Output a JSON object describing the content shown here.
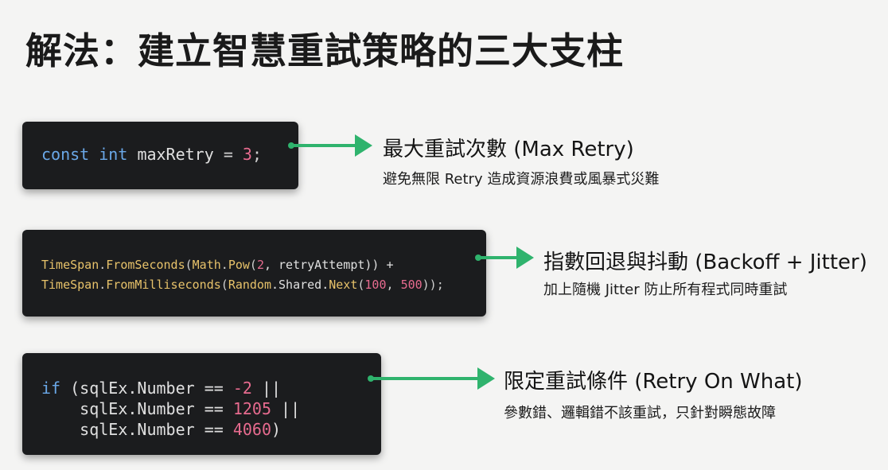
{
  "title": "解法：建立智慧重試策略的三大支柱",
  "pillars": [
    {
      "heading": "最大重試次數 (Max Retry)",
      "description": "避免無限 Retry 造成資源浪費或風暴式災難",
      "code": {
        "line1": {
          "kw1": "const",
          "kw2": "int",
          "ident": "maxRetry",
          "op": "=",
          "num": "3",
          "end": ";"
        }
      }
    },
    {
      "heading": "指數回退與抖動 (Backoff + Jitter)",
      "description": "加上隨機 Jitter 防止所有程式同時重試",
      "code": {
        "line1": {
          "cls1": "TimeSpan",
          "dot1": ".",
          "m1": "FromSeconds",
          "p1": "(",
          "cls2": "Math",
          "dot2": ".",
          "m2": "Pow",
          "p2": "(",
          "n1": "2",
          "rest": ", retryAttempt)) +"
        },
        "line2": {
          "cls1": "TimeSpan",
          "dot1": ".",
          "m1": "FromMilliseconds",
          "p1": "(",
          "cls2": "Random",
          "mid": ".Shared.",
          "m2": "Next",
          "p2": "(",
          "n1": "100",
          "comma": ", ",
          "n2": "500",
          "end": "));"
        }
      }
    },
    {
      "heading": "限定重試條件 (Retry On What)",
      "description": "參數錯、邏輯錯不該重試，只針對瞬態故障",
      "code": {
        "line1": {
          "kw": "if",
          "pre": " (sqlEx.Number == ",
          "num": "-2",
          "post": " ||"
        },
        "line2": {
          "pre": "    sqlEx.Number == ",
          "num": "1205",
          "post": " ||"
        },
        "line3": {
          "pre": "    sqlEx.Number == ",
          "num": "4060",
          "post": ")"
        }
      }
    }
  ],
  "colors": {
    "arrow": "#2fb36d",
    "code_bg": "#1b1c1e",
    "keyword": "#6aa8e8",
    "number": "#e76b8f",
    "class": "#e7c26a"
  }
}
